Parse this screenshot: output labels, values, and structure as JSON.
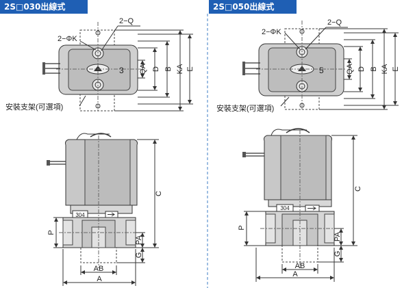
{
  "left": {
    "header": "2S□030出線式",
    "top_labels": {
      "q": "2−Q",
      "k": "2−ΦK",
      "num": "3",
      "qa": "QA",
      "d": "D",
      "b": "B",
      "ka": "KA",
      "e": "E"
    },
    "bracket_note": "安裝支架(可選項)",
    "front_labels": {
      "c": "C",
      "p": "P",
      "g": "G",
      "pa": "PA",
      "ab": "AB",
      "a": "A",
      "plate": "304"
    }
  },
  "right": {
    "header": "2S□050出線式",
    "top_labels": {
      "q": "2−Q",
      "k": "2−ΦK",
      "num": "5",
      "qa": "QA",
      "d": "D",
      "b": "B",
      "ka": "KA",
      "e": "E"
    },
    "bracket_note": "安裝支架(可選項)",
    "front_labels": {
      "c": "C",
      "p": "P",
      "g": "G",
      "pa": "PA",
      "ab": "AB",
      "a": "A",
      "plate": "304"
    }
  },
  "colors": {
    "header_bg": "#1f5fb4",
    "divider": "#7fa9d8",
    "body": "#cfcfcf",
    "body_dark": "#a9a9a9",
    "line": "#333333"
  }
}
